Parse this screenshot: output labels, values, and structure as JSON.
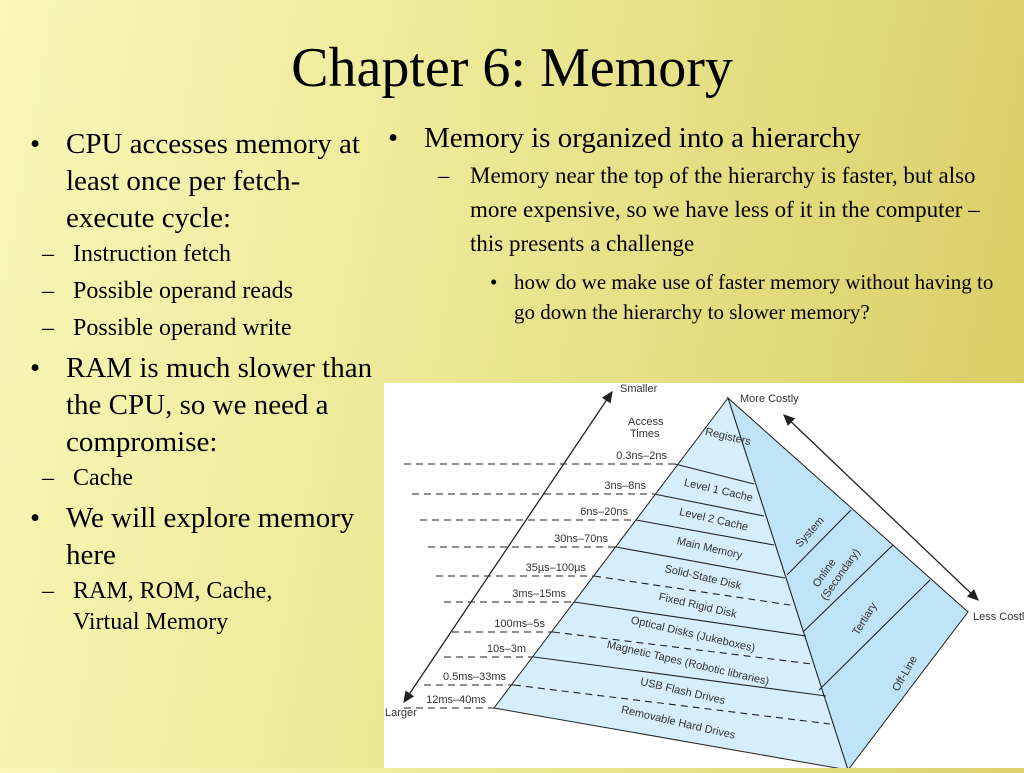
{
  "title": "Chapter 6:  Memory",
  "left": {
    "b1": "CPU accesses memory at least once per fetch-execute cycle:",
    "b1_sub": [
      "Instruction fetch",
      "Possible operand reads",
      "Possible operand write"
    ],
    "b2": "RAM is much slower than the CPU, so we need a compromise:",
    "b2_sub": [
      "Cache"
    ],
    "b3": "We will explore memory here",
    "b3_sub": [
      "RAM, ROM, Cache, Virtual Memory"
    ]
  },
  "right": {
    "b1": "Memory is organized into a hierarchy",
    "sub": "Memory near the top of the hierarchy is faster, but also more expensive, so we have less of it in the computer – this presents a challenge",
    "subsub": "how do we make use of faster memory without having to go down the hierarchy to slower memory?"
  },
  "figure": {
    "smaller": "Smaller",
    "larger": "Larger",
    "access_times": [
      "Access",
      "Times"
    ],
    "more_costly": "More Costly",
    "less_costly": "Less Costl",
    "tiers": [
      "Registers",
      "Level 1 Cache",
      "Level 2 Cache",
      "Main Memory",
      "Solid-State Disk",
      "Fixed Rigid Disk",
      "Optical Disks (Jukeboxes)",
      "Magnetic Tapes (Robotic libraries)",
      "USB Flash Drives",
      "Removable Hard Drives"
    ],
    "times": [
      "0.3ns–2ns",
      "3ns–8ns",
      "6ns–20ns",
      "30ns–70ns",
      "35µs–100µs",
      "3ms–15ms",
      "100ms–5s",
      "10s–3m",
      "0.5ms–33ms",
      "12ms–40ms"
    ],
    "categories": [
      "System",
      "Online",
      "(Secondary)",
      "Tertiary",
      "Off-Line"
    ],
    "colors": {
      "front": "#d6eefb",
      "side": "#bfe4f7"
    }
  }
}
